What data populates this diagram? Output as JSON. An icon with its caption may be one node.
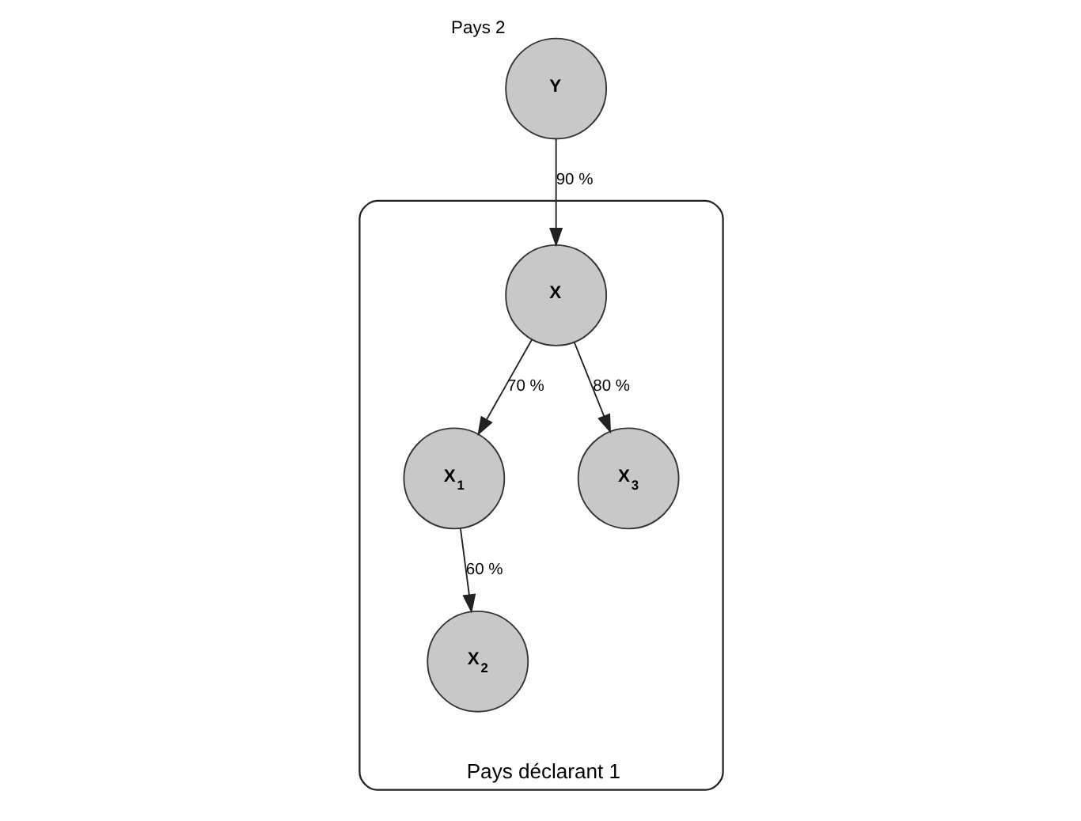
{
  "diagram": {
    "nodes": [
      {
        "text": [
          "Pays déclarant 1"
        ]
      },
      {
        "text": [
          "X"
        ],
        "in": 0
      },
      {
        "text": [
          "X$_{1}$"
        ],
        "in": 0
      },
      {
        "text": [
          "X$_{2}$"
        ],
        "in": 0
      },
      {
        "text": [
          "X$_{3}$"
        ],
        "in": 0
      },
      {
        "text": [
          "Y"
        ],
        "beside": [
          "Pays 2"
        ]
      }
    ],
    "edges": [
      {
        "from": 5,
        "to": 1,
        "arrow": "to",
        "label": "90 %"
      },
      {
        "from": 1,
        "to": 2,
        "arrow": "to",
        "label": "70 %"
      },
      {
        "from": 1,
        "to": 4,
        "arrow": "to",
        "label": "80 %"
      },
      {
        "from": 2,
        "to": 3,
        "arrow": "to",
        "label": "60 %"
      }
    ]
  }
}
